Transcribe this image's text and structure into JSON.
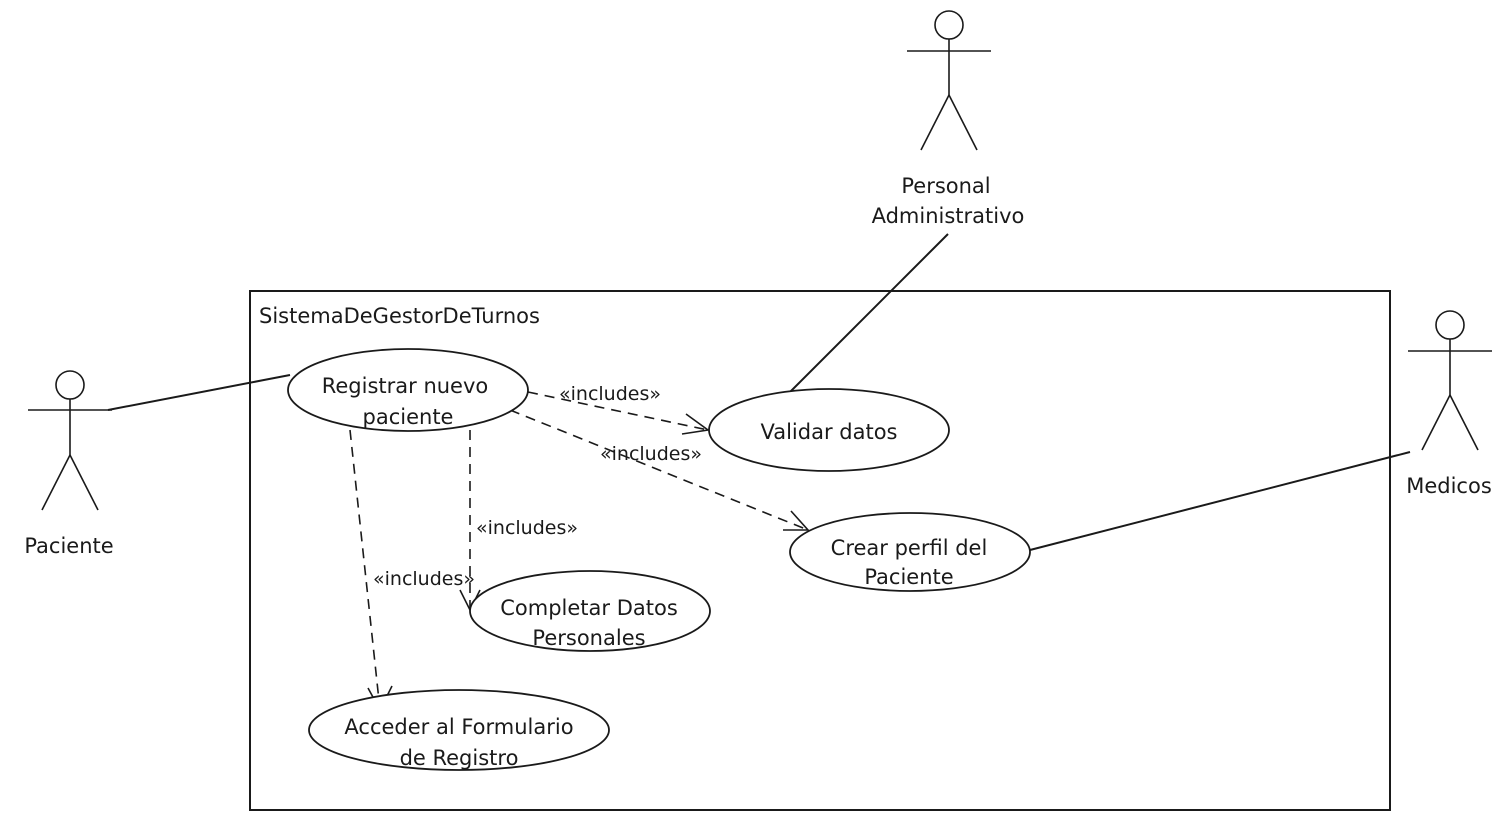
{
  "system": {
    "name": "SistemaDeGestorDeTurnos"
  },
  "actors": {
    "paciente": {
      "name": "Paciente"
    },
    "personal": {
      "name_line1": "Personal",
      "name_line2": "Administrativo"
    },
    "medicos": {
      "name": "Medicos"
    }
  },
  "use_cases": {
    "registrar": {
      "line1": "Registrar nuevo",
      "line2": "paciente"
    },
    "validar": {
      "line1": "Validar datos"
    },
    "crear": {
      "line1": "Crear perfil del",
      "line2": "Paciente"
    },
    "completar": {
      "line1": "Completar Datos",
      "line2": "Personales"
    },
    "acceder": {
      "line1": "Acceder al Formulario",
      "line2": "de Registro"
    }
  },
  "relations": {
    "include_validar": "«includes»",
    "include_crear": "«includes»",
    "include_completar": "«includes»",
    "include_acceder": "«includes»"
  }
}
